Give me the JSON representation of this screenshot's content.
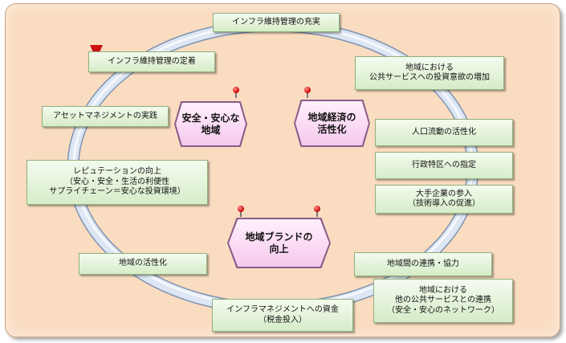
{
  "boxes": {
    "top": "インフラ維持管理の充実",
    "maintenance_established": "インフラ維持管理の定着",
    "public_service_investment": "地域における\n公共サービスへの投資意欲の増加",
    "asset_management": "アセットマネジメントの実践",
    "population_flow": "人口流動の活性化",
    "special_zone": "行政特区への指定",
    "large_companies": "大手企業の参入\n（技術導入の促進）",
    "reputation": "レピュテーションの向上\n（安心・安全・生活の利便性\nサプライチェーン＝安心な投資環境）",
    "regional_activation": "地域の活性化",
    "interregional": "地域間の連携・協力",
    "other_public_services": "地域における\n他の公共サービスとの連携\n（安全・安心のネットワーク）",
    "funding": "インフラマネジメントへの資金\n（税金投入）"
  },
  "hexagons": {
    "safety": "安全・安心な\n地域",
    "economy": "地域経済の\n活性化",
    "brand": "地域ブランドの\n向上"
  },
  "colors": {
    "ring": "#c4d3e8",
    "ring_edge": "#7f93b0",
    "background": "#fadcc0"
  }
}
